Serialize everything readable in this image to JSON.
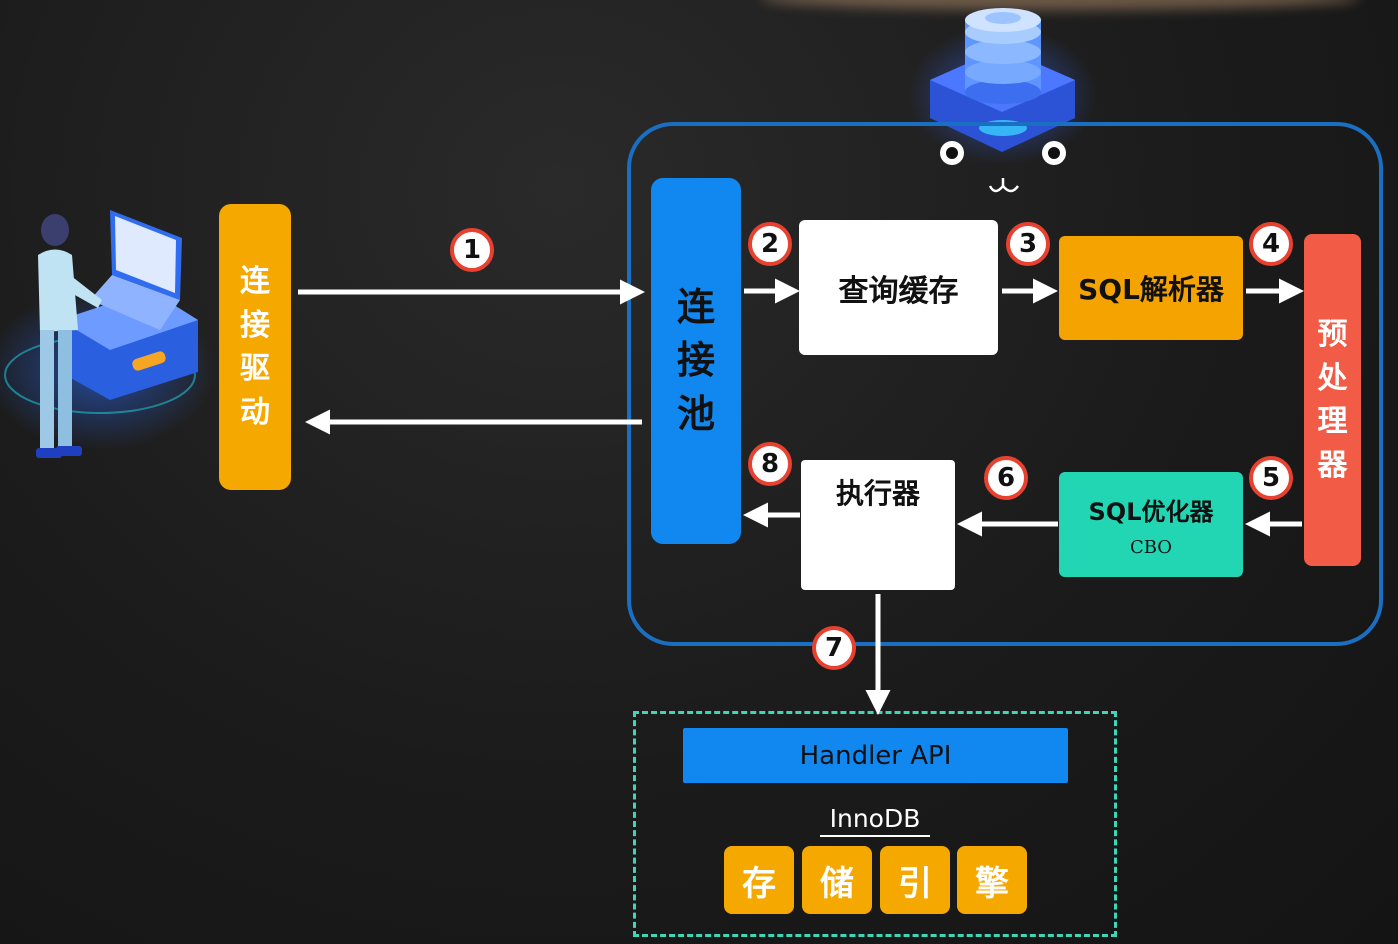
{
  "client": {
    "driver_chars": [
      "连",
      "接",
      "驱",
      "动"
    ]
  },
  "server": {
    "pool_chars": [
      "连",
      "接",
      "池"
    ],
    "query_cache": "查询缓存",
    "parser": "SQL解析器",
    "preprocessor_chars": [
      "预",
      "处",
      "理",
      "器"
    ],
    "optimizer": "SQL优化器",
    "optimizer_sub": "CBO",
    "executor": "执行器"
  },
  "steps": [
    "1",
    "2",
    "3",
    "4",
    "5",
    "6",
    "7",
    "8"
  ],
  "storage": {
    "api": "Handler API",
    "engine_name": "InnoDB",
    "engine_chars": [
      "存",
      "储",
      "引",
      "擎"
    ]
  },
  "colors": {
    "driver": "#f5a800",
    "pool": "#1188f0",
    "parser": "#f5a300",
    "preprocessor": "#f25b46",
    "optimizer": "#22d6b4",
    "server_border": "#1a6fc2",
    "storage_border": "#3fd6b6",
    "api": "#1188f0",
    "badge_ring": "#e8412f"
  }
}
